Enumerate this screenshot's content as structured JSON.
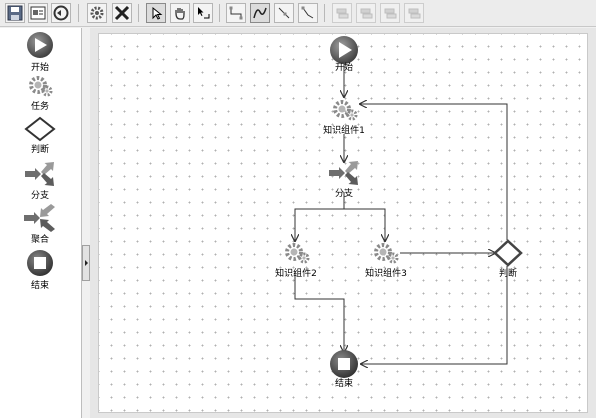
{
  "toolbar": {
    "buttons": [
      {
        "icon": "save-icon"
      },
      {
        "icon": "properties-icon"
      },
      {
        "icon": "refresh-icon"
      },
      {
        "icon": "settings-icon"
      },
      {
        "icon": "delete-icon"
      },
      {
        "icon": "pointer-icon",
        "active": true
      },
      {
        "icon": "hand-pan-icon"
      },
      {
        "icon": "connect-icon"
      },
      {
        "icon": "line-elbow-icon"
      },
      {
        "icon": "line-curve-icon",
        "active": true
      },
      {
        "icon": "line-angle-icon"
      },
      {
        "icon": "line-bend-icon"
      },
      {
        "icon": "align-left-icon",
        "disabled": true
      },
      {
        "icon": "align-center-icon",
        "disabled": true
      },
      {
        "icon": "align-right-icon",
        "disabled": true
      },
      {
        "icon": "align-distribute-icon",
        "disabled": true
      }
    ]
  },
  "palette": {
    "items": [
      {
        "label": "开始",
        "icon": "start-icon"
      },
      {
        "label": "任务",
        "icon": "task-gear-icon"
      },
      {
        "label": "判断",
        "icon": "decision-diamond-icon"
      },
      {
        "label": "分支",
        "icon": "fork-arrows-icon"
      },
      {
        "label": "聚合",
        "icon": "join-arrows-icon"
      },
      {
        "label": "结束",
        "icon": "end-icon"
      }
    ]
  },
  "flow": {
    "nodes": [
      {
        "id": "start",
        "label": "开始",
        "type": "start"
      },
      {
        "id": "k1",
        "label": "知识组件1",
        "type": "task"
      },
      {
        "id": "fork",
        "label": "分支",
        "type": "fork"
      },
      {
        "id": "k2",
        "label": "知识组件2",
        "type": "task"
      },
      {
        "id": "k3",
        "label": "知识组件3",
        "type": "task"
      },
      {
        "id": "judge",
        "label": "判断",
        "type": "decision"
      },
      {
        "id": "end",
        "label": "结束",
        "type": "end"
      }
    ],
    "edges": [
      {
        "from": "start",
        "to": "k1"
      },
      {
        "from": "k1",
        "to": "fork"
      },
      {
        "from": "fork",
        "to": "k2"
      },
      {
        "from": "fork",
        "to": "k3"
      },
      {
        "from": "k3",
        "to": "judge"
      },
      {
        "from": "judge",
        "to": "k1"
      },
      {
        "from": "judge",
        "to": "end"
      },
      {
        "from": "k2",
        "to": "end"
      }
    ]
  }
}
